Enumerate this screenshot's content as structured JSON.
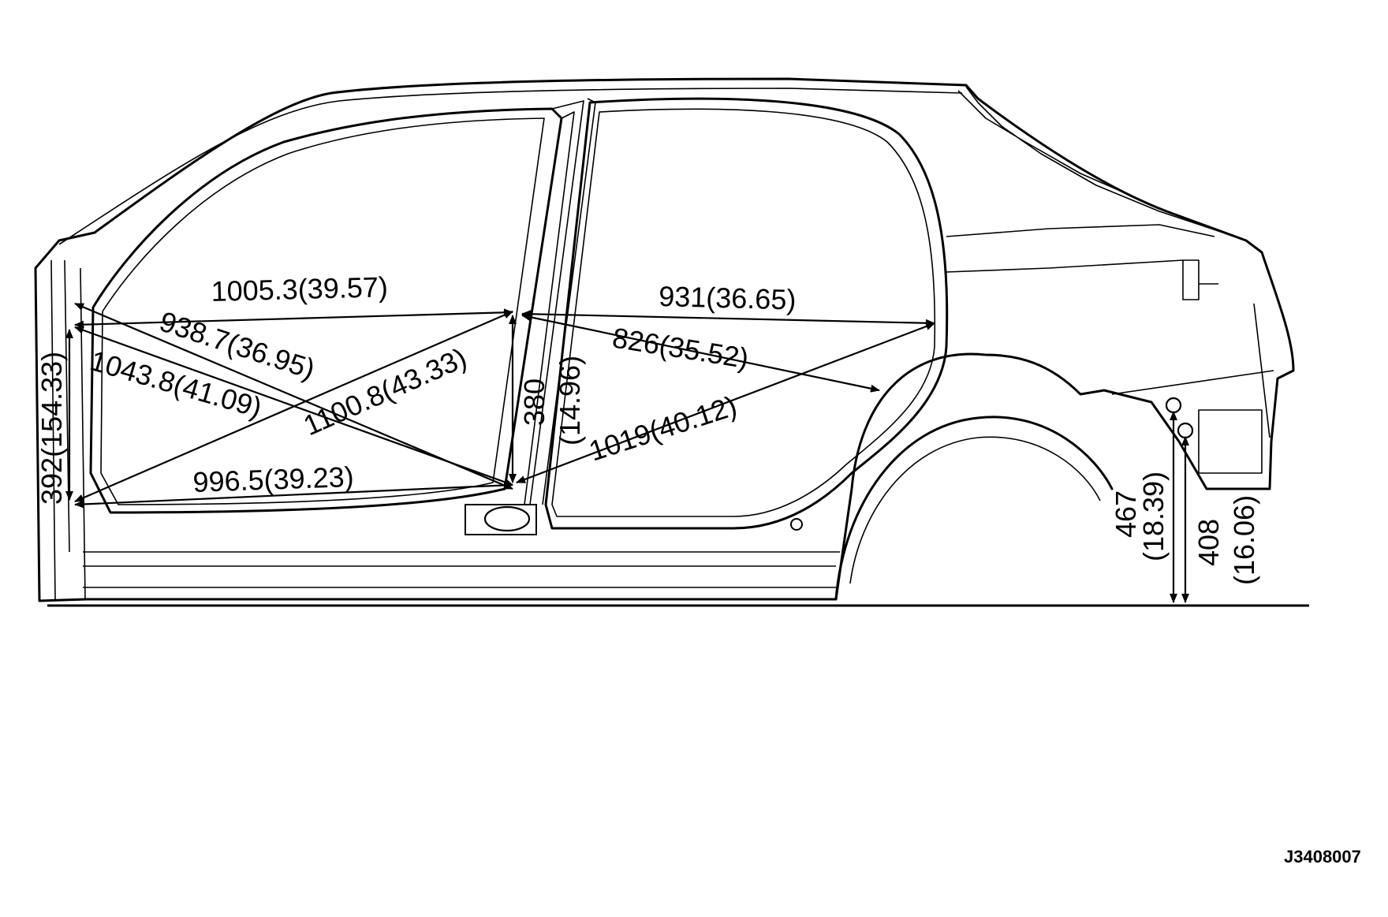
{
  "diagram": {
    "figure_code": "J3408007",
    "dimensions": [
      {
        "id": "a",
        "label": "1005.3(39.57)"
      },
      {
        "id": "b",
        "label": "938.7(36.95)"
      },
      {
        "id": "c",
        "label": "1043.8(41.09)"
      },
      {
        "id": "d",
        "label": "1100.8(43.33)"
      },
      {
        "id": "e",
        "label": "996.5(39.23)"
      },
      {
        "id": "f",
        "label": "392(154.33)"
      },
      {
        "id": "g1",
        "label": "380"
      },
      {
        "id": "g2",
        "label": "(14.96)"
      },
      {
        "id": "h",
        "label": "931(36.65)"
      },
      {
        "id": "i",
        "label": "826(35.52)"
      },
      {
        "id": "j",
        "label": "1019(40.12)"
      },
      {
        "id": "k1",
        "label": "467"
      },
      {
        "id": "k2",
        "label": "(18.39)"
      },
      {
        "id": "l1",
        "label": "408"
      },
      {
        "id": "l2",
        "label": "(16.06)"
      }
    ]
  }
}
